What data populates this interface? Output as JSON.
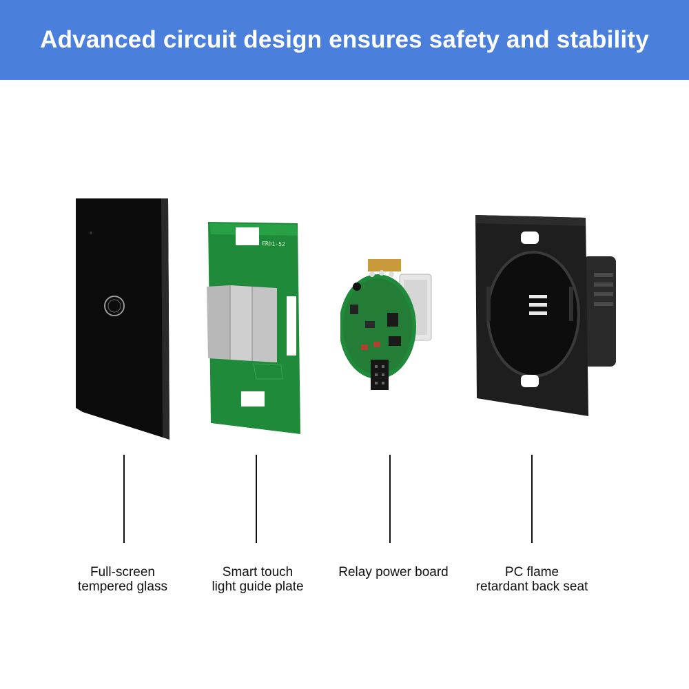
{
  "header": {
    "title": "Advanced circuit design ensures safety and stability"
  },
  "components": [
    {
      "id": "glass",
      "lines": [
        "Full-screen",
        "tempered glass"
      ]
    },
    {
      "id": "plate",
      "lines": [
        "Smart touch",
        "light guide plate"
      ]
    },
    {
      "id": "relay",
      "lines": [
        "Relay power board"
      ]
    },
    {
      "id": "seat",
      "lines": [
        "PC flame",
        "retardant back seat"
      ]
    }
  ],
  "colors": {
    "banner": "#4a7fdc",
    "glass": "#0c0c0c",
    "pcb": "#1f8a3a",
    "back_seat": "#1e1e1e"
  }
}
